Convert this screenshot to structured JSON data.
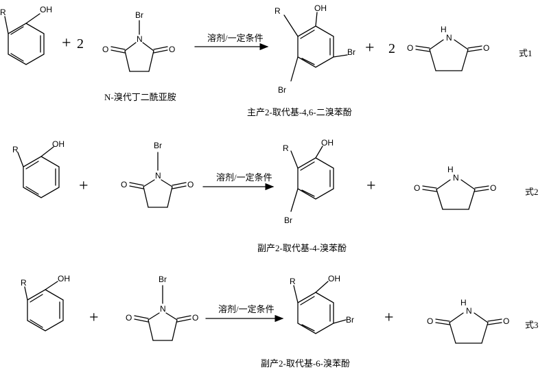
{
  "atoms": {
    "R": "R",
    "OH": "OH",
    "Br": "Br",
    "N": "N",
    "O": "O",
    "NH": "N",
    "H": "H"
  },
  "operators": {
    "plus": "+",
    "two": "2"
  },
  "reactions": [
    {
      "condition": "溶剂/一定条件",
      "reagent_caption": "N-溴代丁二酰亚胺",
      "product_caption": "主产2-取代基-4,6-二溴苯酚",
      "label": "式1"
    },
    {
      "condition": "溶剂/一定条件",
      "product_caption": "副产2-取代基-4-溴苯酚",
      "label": "式2"
    },
    {
      "condition": "溶剂/一定条件",
      "product_caption": "副产2-取代基-6-溴苯酚",
      "label": "式3"
    }
  ]
}
